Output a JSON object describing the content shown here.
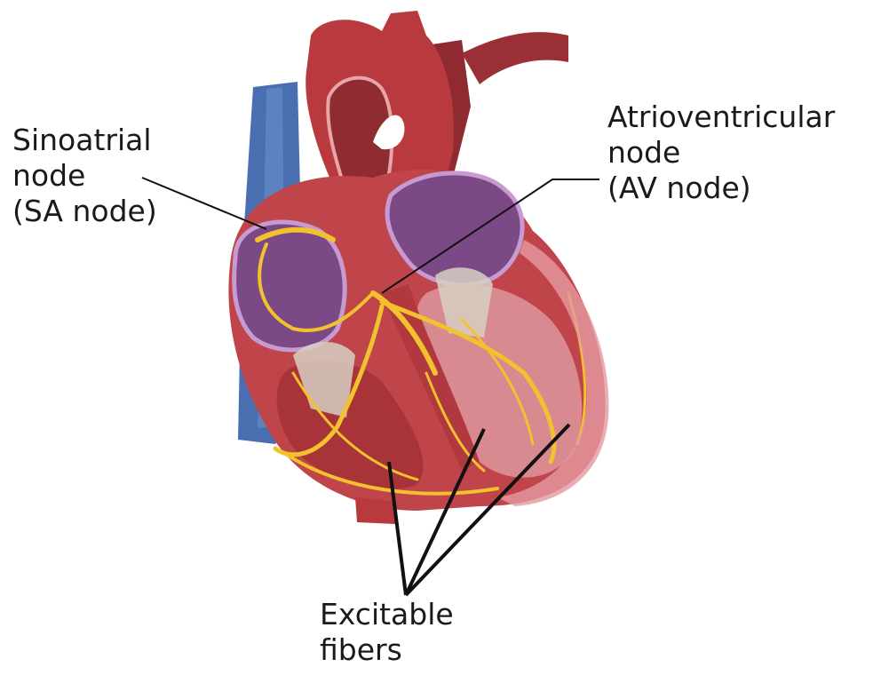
{
  "labels": {
    "sa_node": {
      "line1": "Sinoatrial",
      "line2": "node",
      "line3": "(SA node)"
    },
    "av_node": {
      "line1": "Atrioventricular",
      "line2": "node",
      "line3": "(AV node)"
    },
    "excitable_fibers": {
      "line1": "Excitable",
      "line2": "fibers"
    }
  },
  "colors": {
    "vena_cava": "#4a6fb0",
    "aorta": "#b83a3e",
    "heart_wall": "#c0454a",
    "inner_chamber": "#d98a90",
    "atria_purple": "#7b4a86",
    "conduction_fibers": "#f2c12e",
    "valve_tissue": "#d7cfc2",
    "pointer_lines": "#111111"
  }
}
